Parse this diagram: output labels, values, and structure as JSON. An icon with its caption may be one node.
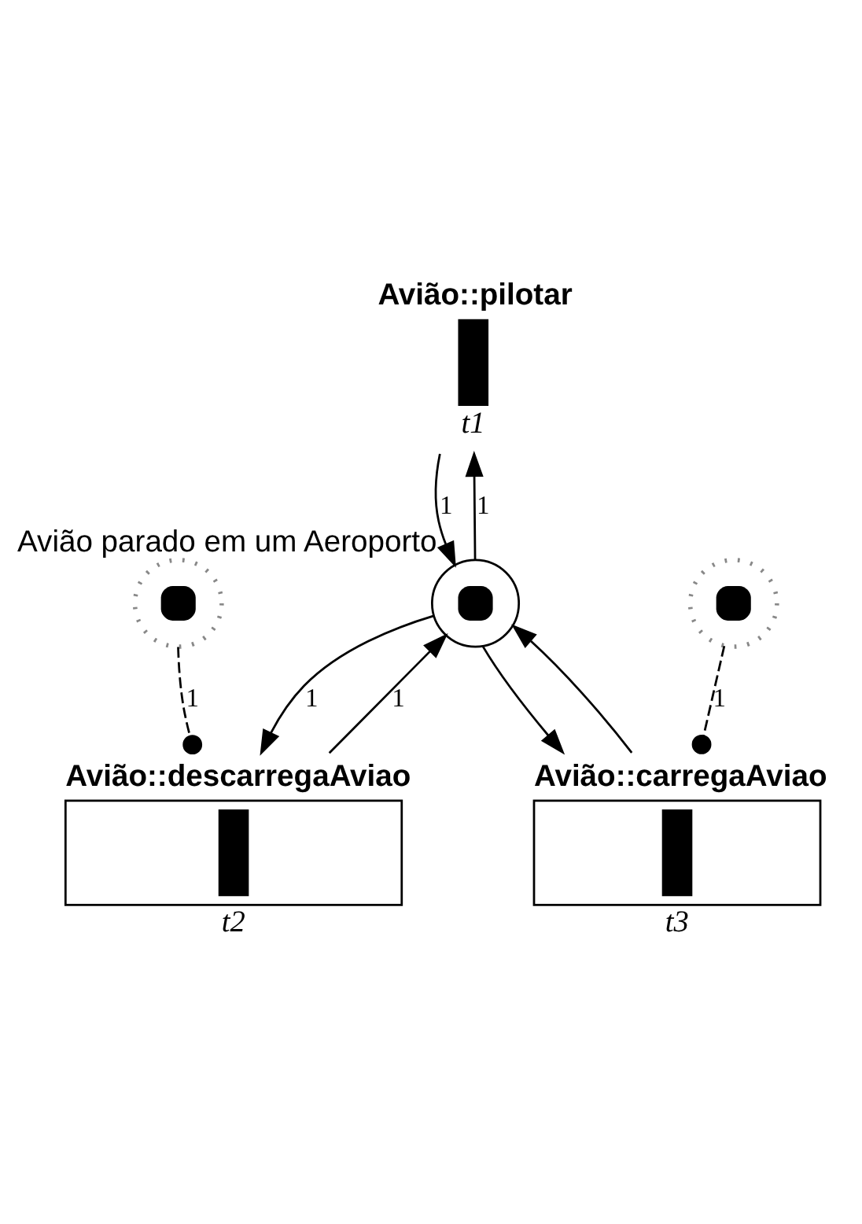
{
  "diagram": {
    "nodes": [
      {
        "text": [
          "Avião::pilotar",
          "t1"
        ]
      },
      {
        "text": [],
        "shape": "circle",
        "beside": [
          "Avião parado em um Aeroporto"
        ]
      },
      {
        "text": [
          "Avião::descarregaAviao",
          "t2"
        ]
      },
      {
        "text": [],
        "shape": "circle"
      },
      {
        "text": [
          "Avião::carregaAviao",
          "t3"
        ]
      },
      {
        "text": [],
        "shape": "circle"
      }
    ],
    "edges": [
      {
        "from": 1,
        "to": 0,
        "arrow": "to",
        "label": "1"
      },
      {
        "from": 0,
        "to": 1,
        "arrow": "to",
        "label": "1"
      },
      {
        "from": 1,
        "to": 2,
        "arrow": "to",
        "label": "1"
      },
      {
        "from": 2,
        "to": 1,
        "arrow": "to",
        "label": "1"
      },
      {
        "from": 1,
        "to": 4,
        "arrow": "to"
      },
      {
        "from": 4,
        "to": 1,
        "arrow": "to"
      },
      {
        "from": 3,
        "to": 2,
        "arrow": "other",
        "style": "dashed",
        "label": "1"
      },
      {
        "from": 5,
        "to": 4,
        "arrow": "other",
        "style": "dashed",
        "label": "1"
      }
    ]
  }
}
